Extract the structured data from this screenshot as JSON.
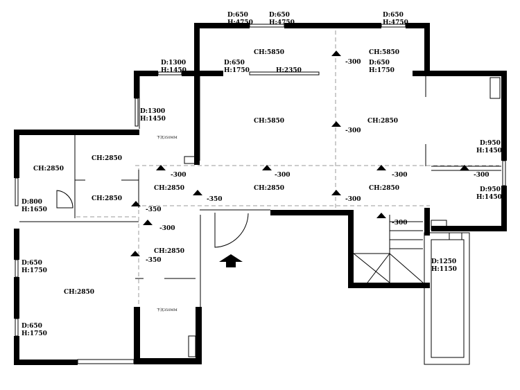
{
  "ceiling_labels": {
    "top_room": "CH:5850",
    "top_room_right": "CH:5850",
    "main_room": "CH:5850",
    "right_room": "CH:2850",
    "left_room": "CH:2850",
    "mid_left_room": "CH:2850",
    "mid_left_room_2": "CH:2850",
    "left_hall": "CH:2850",
    "center_hall": "CH:2850",
    "right_hall": "CH:2850",
    "lower_center": "CH:2850",
    "big_bedroom": "CH:2850"
  },
  "level_marks": {
    "m1": "-300",
    "m2": "-300",
    "m3": "-300",
    "m4": "-300",
    "m5": "-300",
    "m6": "-300",
    "m7": "-350",
    "m8": "-300",
    "m9": "-300",
    "m10": "-350",
    "m11": "-300",
    "m12": "-350"
  },
  "openings": {
    "top_left": {
      "d": "D:650",
      "h": "H:4750"
    },
    "top_mid": {
      "d": "D:650",
      "h": "H:4750"
    },
    "top_right": {
      "d": "D:650",
      "h": "H:4750"
    },
    "upper_left": {
      "d": "D:1300",
      "h": "H:1450"
    },
    "side_left": {
      "d": "D:1300",
      "h": "H:1450"
    },
    "mid_a": {
      "d": "D:650",
      "h": "H:1750"
    },
    "mid_b": {
      "h": "H:2350"
    },
    "mid_c": {
      "d": "D:650",
      "h": "H:1750"
    },
    "right_a": {
      "d": "D:950",
      "h": "H:1450"
    },
    "right_b": {
      "d": "D:950",
      "h": "H:1450"
    },
    "left_door": {
      "d": "D:800",
      "h": "H:1650"
    },
    "left_win_a": {
      "d": "D:650",
      "h": "H:1750"
    },
    "left_win_b": {
      "d": "D:650",
      "h": "H:1750"
    },
    "balcony": {
      "d": "D:1250",
      "h": "H:1150"
    }
  },
  "notes": {
    "drop_upper": "下沉350MM",
    "drop_lower": "下沉350MM"
  }
}
